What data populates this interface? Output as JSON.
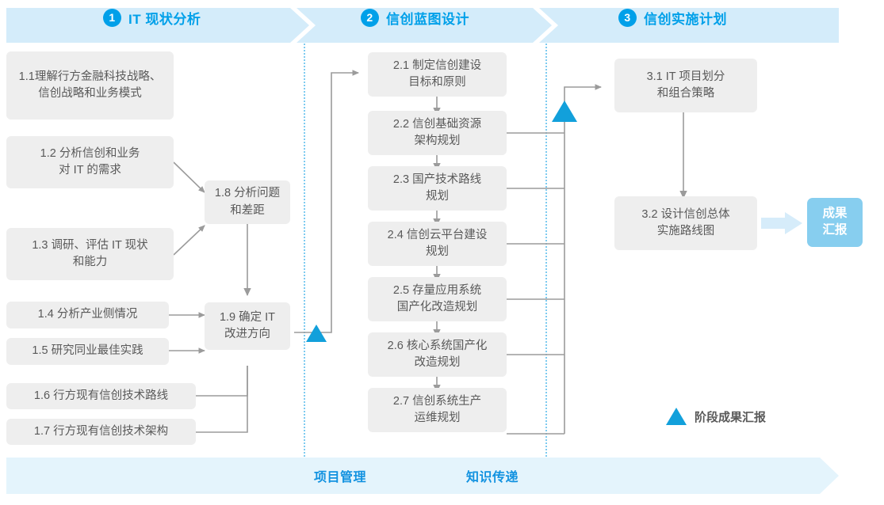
{
  "phases": [
    {
      "num": "1",
      "label": "IT 现状分析"
    },
    {
      "num": "2",
      "label": "信创蓝图设计"
    },
    {
      "num": "3",
      "label": "信创实施计划"
    }
  ],
  "column1": {
    "inputs": [
      {
        "id": "1.1",
        "text": "1.1理解行方金融科技战略、\n信创战略和业务模式"
      },
      {
        "id": "1.2",
        "text": "1.2 分析信创和业务\n对 IT 的需求"
      },
      {
        "id": "1.3",
        "text": "1.3 调研、评估 IT 现状\n和能力"
      },
      {
        "id": "1.4",
        "text": "1.4 分析产业侧情况"
      },
      {
        "id": "1.5",
        "text": "1.5 研究同业最佳实践"
      },
      {
        "id": "1.6",
        "text": "1.6 行方现有信创技术路线"
      },
      {
        "id": "1.7",
        "text": "1.7 行方现有信创技术架构"
      }
    ],
    "outputs": [
      {
        "id": "1.8",
        "text": "1.8 分析问题\n和差距"
      },
      {
        "id": "1.9",
        "text": "1.9 确定 IT\n改进方向"
      }
    ]
  },
  "column2": {
    "items": [
      {
        "id": "2.1",
        "text": "2.1 制定信创建设\n目标和原则"
      },
      {
        "id": "2.2",
        "text": "2.2 信创基础资源\n架构规划"
      },
      {
        "id": "2.3",
        "text": "2.3 国产技术路线\n规划"
      },
      {
        "id": "2.4",
        "text": "2.4 信创云平台建设\n规划"
      },
      {
        "id": "2.5",
        "text": "2.5 存量应用系统\n国产化改造规划"
      },
      {
        "id": "2.6",
        "text": "2.6 核心系统国产化\n改造规划"
      },
      {
        "id": "2.7",
        "text": "2.7 信创系统生产\n运维规划"
      }
    ]
  },
  "column3": {
    "items": [
      {
        "id": "3.1",
        "text": "3.1 IT 项目划分\n和组合策略"
      },
      {
        "id": "3.2",
        "text": "3.2 设计信创总体\n实施路线图"
      }
    ],
    "badge": "成果\n汇报"
  },
  "legend": {
    "text": "阶段成果汇报"
  },
  "bottom": {
    "labels": [
      "项目管理",
      "知识传递"
    ]
  },
  "colors": {
    "accent": "#00a0e9",
    "phase_bg": "#d4ecfa",
    "bottom_bg": "#e4f4fc",
    "box_bg": "#eeeeee",
    "box_text": "#595959",
    "milestone": "#12a0db",
    "badge_bg": "#87ceef",
    "connector": "#9b9b9b",
    "divider": "#7ecbf0"
  }
}
